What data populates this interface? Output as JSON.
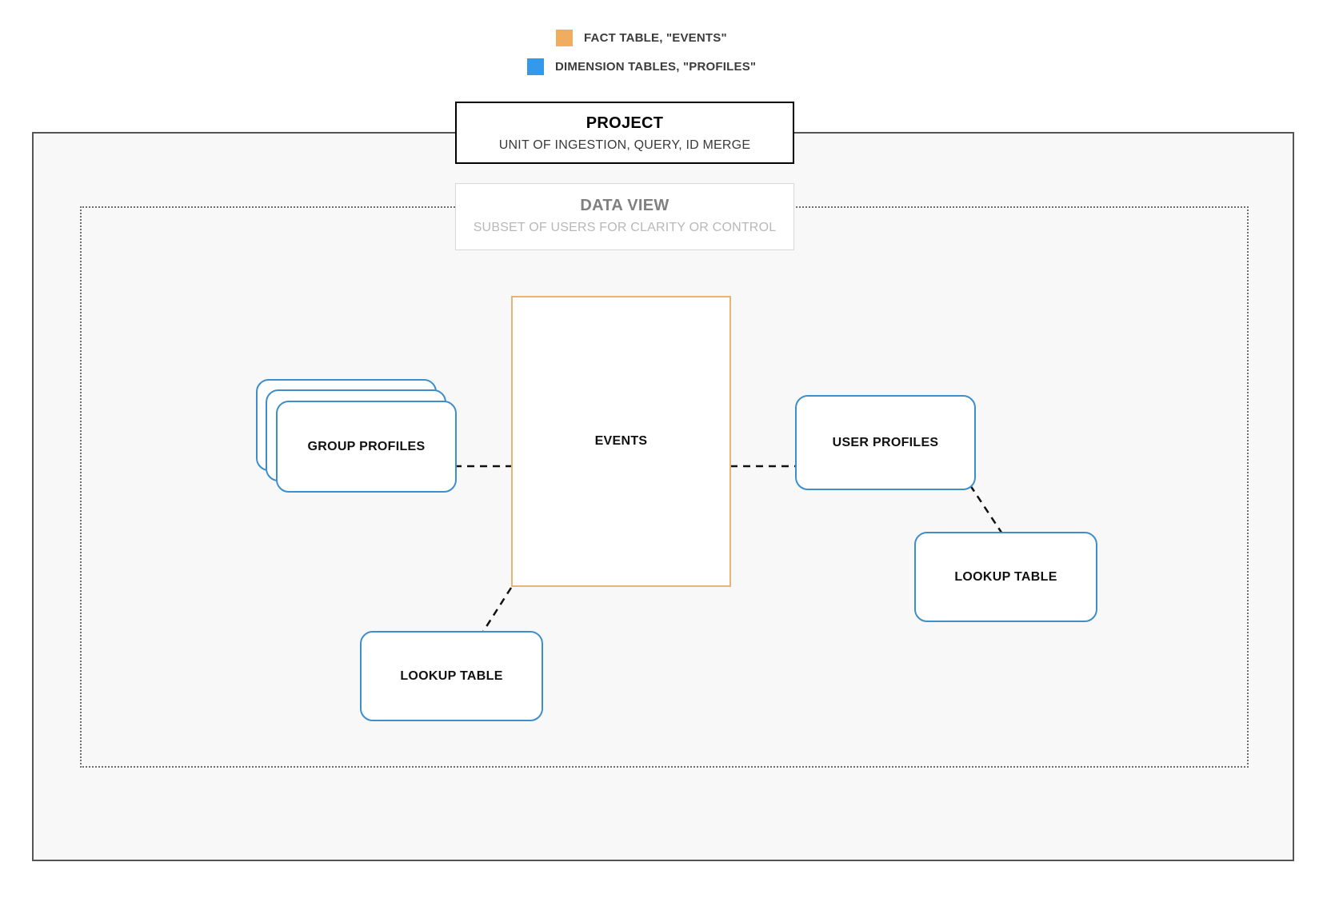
{
  "legend": {
    "items": [
      {
        "label": "FACT TABLE, \"EVENTS\"",
        "color": "#f0ad60",
        "icon": "orange-square-swatch"
      },
      {
        "label": "DIMENSION TABLES, \"PROFILES\"",
        "color": "#3498eb",
        "icon": "blue-square-swatch"
      }
    ]
  },
  "project": {
    "title": "PROJECT",
    "subtitle": "UNIT OF INGESTION, QUERY, ID MERGE"
  },
  "data_view": {
    "title": "DATA VIEW",
    "subtitle": "SUBSET OF USERS FOR CLARITY OR CONTROL"
  },
  "nodes": {
    "events": {
      "label": "EVENTS",
      "color": "#e8b473"
    },
    "group_profiles": {
      "label": "GROUP PROFILES",
      "color": "#3d8ecb"
    },
    "user_profiles": {
      "label": "USER PROFILES",
      "color": "#3d8ecb"
    },
    "lookup_left": {
      "label": "LOOKUP TABLE",
      "color": "#3d8ecb"
    },
    "lookup_right": {
      "label": "LOOKUP TABLE",
      "color": "#3d8ecb"
    }
  },
  "connectors": [
    {
      "from": "group_profiles",
      "to": "events",
      "style": "dashed"
    },
    {
      "from": "events",
      "to": "user_profiles",
      "style": "dashed"
    },
    {
      "from": "events",
      "to": "lookup_left",
      "style": "dashed"
    },
    {
      "from": "user_profiles",
      "to": "lookup_right",
      "style": "dashed"
    }
  ]
}
